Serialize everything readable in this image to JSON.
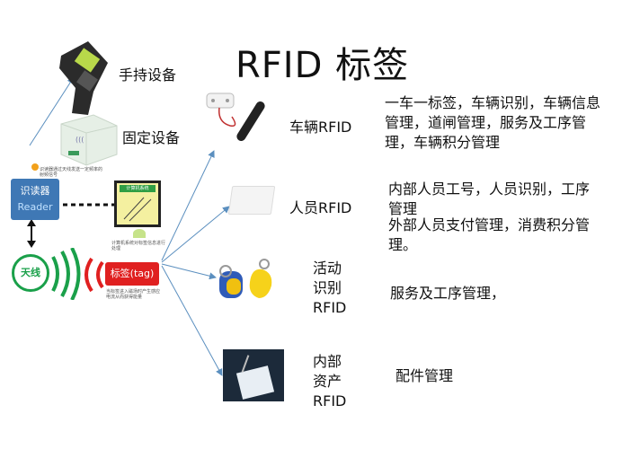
{
  "title": "RFID 标签",
  "devices": {
    "handheld": "手持设备",
    "fixed": "固定设备"
  },
  "diagram": {
    "reader_line1": "识读器",
    "reader_line2": "Reader",
    "computer_label": "计算机系统",
    "antenna": "天线",
    "tag": "标签(tag)",
    "tiny_note_reader": "识读器通过天线发送一定频率的射频信号",
    "tiny_note_computer": "计算机系统对标签信息进行处理",
    "tiny_note_tag": "当标签进入磁场时产生感应电流从而获得能量"
  },
  "categories": [
    {
      "label": "车辆RFID",
      "desc": "一车一标签，车辆识别，车辆信息管理，道闸管理，服务及工序管理，车辆积分管理"
    },
    {
      "label": "人员RFID",
      "desc": "内部人员工号，人员识别，工序管理",
      "desc2": "外部人员支付管理，消费积分管理。"
    },
    {
      "label_lines": [
        "活动",
        "识别",
        "RFID"
      ],
      "desc": "服务及工序管理，"
    },
    {
      "label_lines": [
        "内部",
        "资产",
        "RFID"
      ],
      "desc": "配件管理"
    }
  ],
  "colors": {
    "arrow": "#5b8fbf",
    "tag_red": "#e02020",
    "antenna_green": "#1aa04a",
    "reader_blue": "#3f78b5"
  }
}
